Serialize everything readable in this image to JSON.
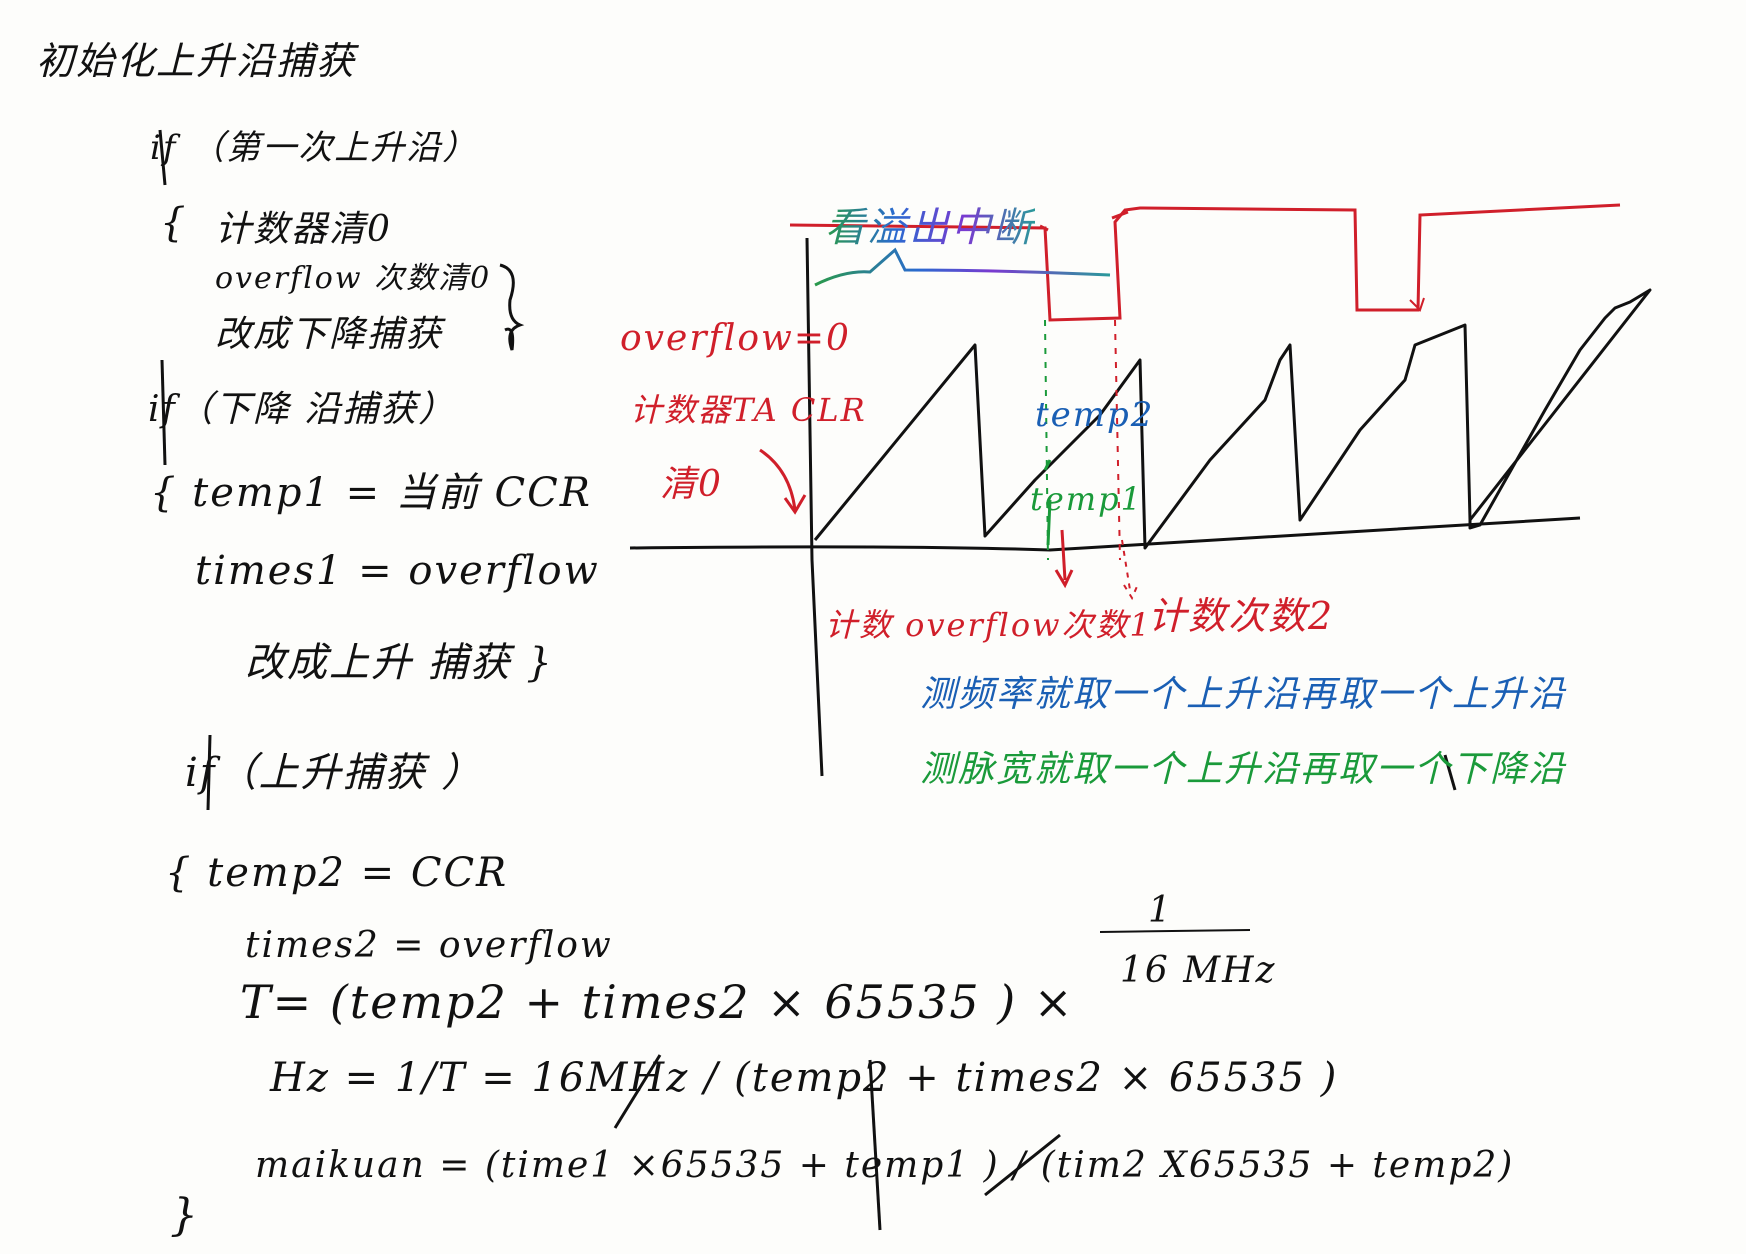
{
  "title": "初始化上升沿捕获",
  "code": {
    "if1": "if （第一次上升沿）",
    "brace1": "{",
    "line_clear_counter": "计数器清0",
    "line_overflow_clear": "overflow 次数清0",
    "line_change_falling": "改成下降捕获",
    "close1": "}",
    "if2": "if（下降 沿捕获）",
    "line_temp1": "{ temp1 = 当前 CCR",
    "line_times1": "times1 = overflow",
    "line_change_rising": "改成上升 捕获 }",
    "if3": "if（上升捕获 ）",
    "line_temp2": "{ temp2 = CCR",
    "line_times2": "times2 = overflow",
    "formula_frac_num": "1",
    "formula_frac_den": "16 MHz",
    "formula_T": "T= (temp2 + times2 × 65535 ) ×",
    "formula_Hz": "Hz = 1/T = 16MHz / (temp2 + times2 × 65535 )",
    "formula_maikuan": "maikuan = (time1 ×65535 + temp1 ) / (tim2 X65535 + temp2)",
    "close_final": "}"
  },
  "diagram": {
    "label_overflow0": "overflow=0",
    "label_counter_clear": "计数器TA CLR",
    "label_counter_clear2": "清0",
    "label_watch_interrupt": "看溢出中断",
    "label_temp2": "temp2",
    "label_temp1": "temp1",
    "label_count_overflow1": "计数 overflow次数1",
    "label_count_times2": "计数次数2",
    "note_blue": "测频率就取一个上升沿再取一个上升沿",
    "note_green": "测脉宽就取一个上升沿再取一个下降沿"
  },
  "colors": {
    "red": "#d01f2a",
    "blue": "#1a5fb4",
    "green": "#1a9a3a",
    "ink": "#111111"
  }
}
